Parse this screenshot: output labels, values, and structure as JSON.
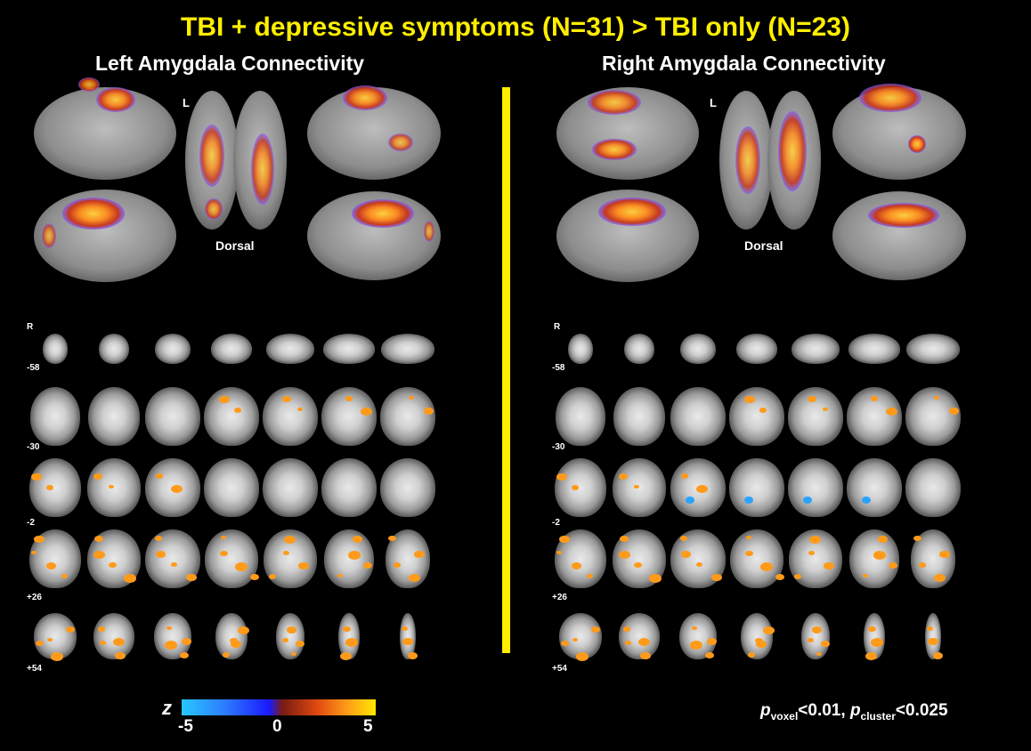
{
  "title": "TBI + depressive symptoms (N=31) > TBI only (N=23)",
  "panels": [
    {
      "title": "Left Amygdala Connectivity",
      "orientation_label": "L",
      "view_label": "Dorsal",
      "axial_side_label": "R"
    },
    {
      "title": "Right Amygdala Connectivity",
      "orientation_label": "L",
      "view_label": "Dorsal",
      "axial_side_label": "R"
    }
  ],
  "slice_rows": [
    {
      "z_label": "-58"
    },
    {
      "z_label": "-30"
    },
    {
      "z_label": "-2"
    },
    {
      "z_label": "+26"
    },
    {
      "z_label": "+54"
    }
  ],
  "colorbar": {
    "label": "z",
    "min": "-5",
    "mid": "0",
    "max": "5"
  },
  "threshold": {
    "p": "p",
    "voxel_sub": "voxel",
    "voxel_thr": "<0.01, ",
    "cluster_sub": "cluster",
    "cluster_thr": "<0.025"
  },
  "colors": {
    "title": "#ffee00",
    "divider": "#ffee00",
    "activation": "#ff9a1a",
    "deactivation": "#2aa3ff"
  }
}
